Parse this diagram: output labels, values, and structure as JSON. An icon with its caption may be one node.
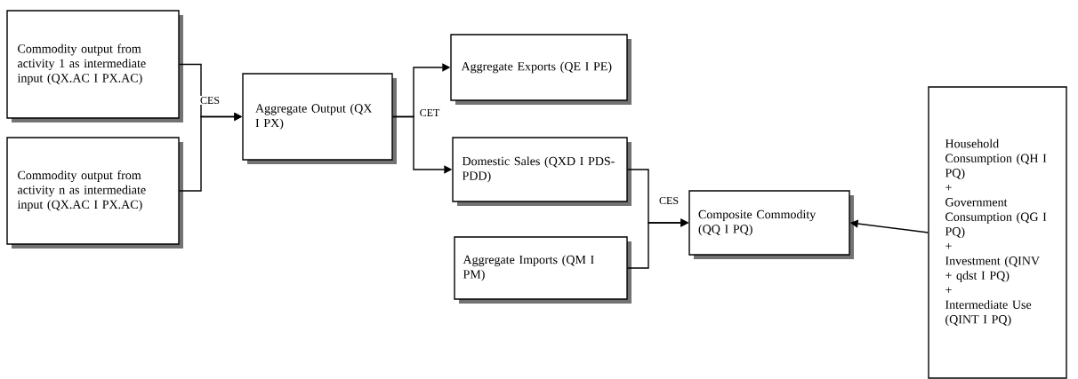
{
  "diagram": {
    "nodes": [
      {
        "text": [
          "Commodity output from activity 1 as intermediate input (QX.AC I PX.AC)"
        ]
      },
      {
        "text": [
          "Commodity output from activity n as intermediate input (QX.AC I PX.AC)"
        ]
      },
      {
        "text": [
          "Aggregate Output (QX I PX)"
        ]
      },
      {
        "text": [
          "Aggregate Exports (QE I PE)"
        ]
      },
      {
        "text": [
          "Domestic Sales (QXD I PDS-PDD)"
        ]
      },
      {
        "text": [
          "Aggregate Imports (QM I PM)"
        ]
      },
      {
        "text": [
          "Composite Commodity (QQ I PQ)"
        ]
      },
      {
        "text": [
          "Household Consumption (QH I PQ)",
          "+",
          "Government Consumption (QG I PQ)",
          "+",
          "Investment (QINV + qdst I PQ)",
          "+",
          "Intermediate Use (QINT I PQ)"
        ]
      }
    ],
    "edges": [
      {
        "from": 0,
        "to": 2,
        "arrow": "to",
        "label": "CES"
      },
      {
        "from": 1,
        "to": 2,
        "arrow": "to"
      },
      {
        "from": 2,
        "to": 3,
        "arrow": "to",
        "label": "CET"
      },
      {
        "from": 2,
        "to": 4,
        "arrow": "to"
      },
      {
        "from": 4,
        "to": 6,
        "arrow": "to",
        "label": "CES"
      },
      {
        "from": 5,
        "to": 6,
        "arrow": "to"
      },
      {
        "from": 7,
        "to": 6,
        "arrow": "to"
      }
    ]
  }
}
